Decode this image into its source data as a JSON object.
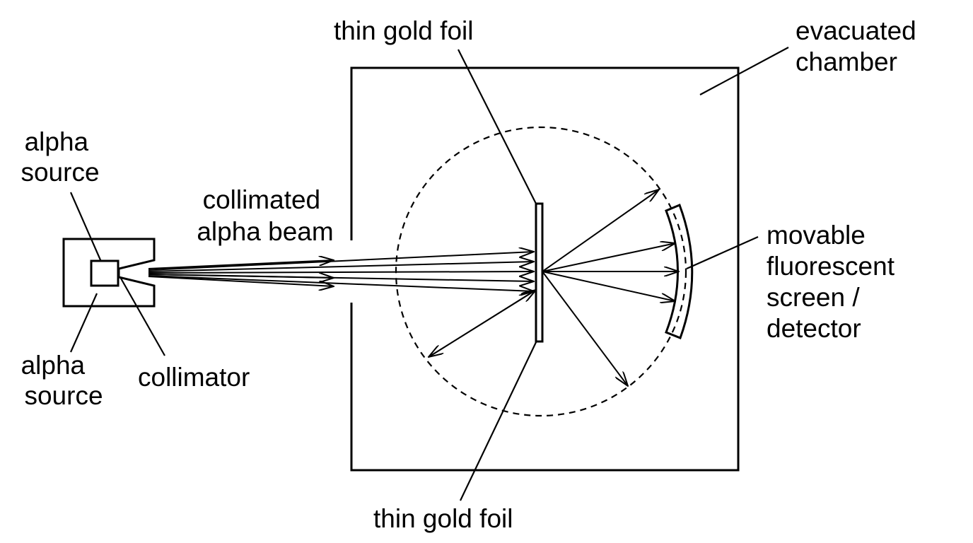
{
  "labels": {
    "alpha_source_top": [
      "alpha",
      "source"
    ],
    "alpha_source_bottom": [
      "alpha",
      "source"
    ],
    "collimator": "collimator",
    "collimated_beam": [
      "collimated",
      "alpha beam"
    ],
    "gold_foil_top": "thin gold foil",
    "gold_foil_bottom": "thin gold foil",
    "evacuated_chamber": [
      "evacuated",
      "chamber"
    ],
    "screen_detector": [
      "movable",
      "fluorescent",
      "screen /",
      "detector"
    ]
  },
  "colors": {
    "ink": "#000000",
    "background": "#ffffff"
  }
}
